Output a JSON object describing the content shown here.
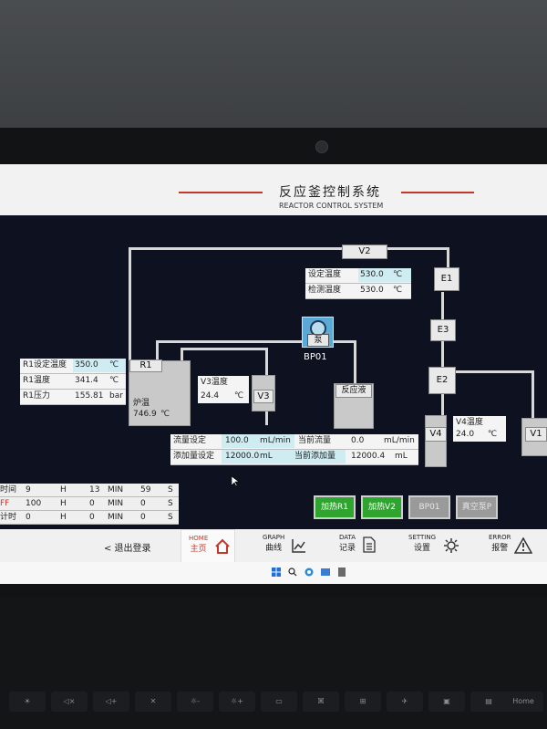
{
  "header": {
    "title_cn": "反应釜控制系统",
    "title_en": "REACTOR CONTROL SYSTEM"
  },
  "labels": {
    "v2": "V2",
    "e1": "E1",
    "e3": "E3",
    "e2": "E2",
    "v4": "V4",
    "v1": "V1",
    "r1": "R1",
    "v3": "V3",
    "bp01": "BP01",
    "pump_char": "泵",
    "reaction_liquid": "反应液",
    "furnace_temp": "炉温"
  },
  "v2_panel": [
    {
      "label": "设定温度",
      "value": "530.0",
      "unit": "℃"
    },
    {
      "label": "检测温度",
      "value": "530.0",
      "unit": "℃"
    }
  ],
  "r1_panel": [
    {
      "label": "R1设定温度",
      "value": "350.0",
      "unit": "℃"
    },
    {
      "label": "R1温度",
      "value": "341.4",
      "unit": "℃"
    },
    {
      "label": "R1压力",
      "value": "155.81",
      "unit": "bar"
    }
  ],
  "r1_furnace": {
    "value": "746.9",
    "unit": "℃"
  },
  "v3_temp": {
    "label": "V3温度",
    "value": "24.4",
    "unit": "℃"
  },
  "v4_temp": {
    "label": "V4温度",
    "value": "24.0",
    "unit": "℃"
  },
  "flow": {
    "flow_set_label": "流量设定",
    "flow_set_value": "100.0",
    "flow_set_unit": "mL/min",
    "flow_cur_label": "当前流量",
    "flow_cur_value": "0.0",
    "flow_cur_unit": "mL/min",
    "add_set_label": "添加量设定",
    "add_set_value": "12000.0",
    "add_set_unit": "mL",
    "add_cur_label": "当前添加量",
    "add_cur_value": "12000.4",
    "add_cur_unit": "mL"
  },
  "timers": [
    {
      "label": "时间",
      "h": "9",
      "h_unit": "H",
      "m": "13",
      "m_unit": "MIN",
      "s": "59",
      "s_unit": "S"
    },
    {
      "label": "FF",
      "h": "100",
      "h_unit": "H",
      "m": "0",
      "m_unit": "MIN",
      "s": "0",
      "s_unit": "S"
    },
    {
      "label": "计时",
      "h": "0",
      "h_unit": "H",
      "m": "0",
      "m_unit": "MIN",
      "s": "0",
      "s_unit": "S"
    }
  ],
  "buttons": {
    "heat_r1": "加热R1",
    "heat_v2": "加热V2",
    "bp01": "BP01",
    "vacuum_pump": "真空泵P"
  },
  "nav": {
    "logout": "< 退出登录",
    "home_en": "HOME",
    "home_cn": "主页",
    "graph_en": "GRAPH",
    "graph_cn": "曲线",
    "data_en": "DATA",
    "data_cn": "记录",
    "setting_en": "SETTING",
    "setting_cn": "设置",
    "error_en": "ERROR",
    "error_cn": "报警"
  },
  "keyboard": {
    "home_key": "Home"
  },
  "colors": {
    "accent_red": "#c0392b",
    "button_green": "#2fa52f",
    "value_cyan": "#cfecf2",
    "screen_bg": "#0e1220",
    "home_active": "#c0392b"
  }
}
